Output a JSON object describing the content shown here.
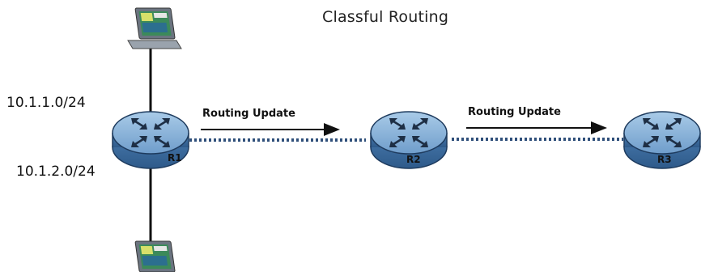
{
  "title": "Classful Routing",
  "networks": [
    {
      "label": "10.1.1.0/24"
    },
    {
      "label": "10.1.2.0/24"
    }
  ],
  "updates": [
    {
      "label": "Routing Update"
    },
    {
      "label": "Routing Update"
    }
  ],
  "routers": [
    {
      "label": "R1"
    },
    {
      "label": "R2"
    },
    {
      "label": "R3"
    }
  ],
  "colors": {
    "router_fill": "#5e8fc0",
    "router_top": "#8fb8de",
    "link_dots": "#2f4f7a",
    "cable": "#111111"
  }
}
